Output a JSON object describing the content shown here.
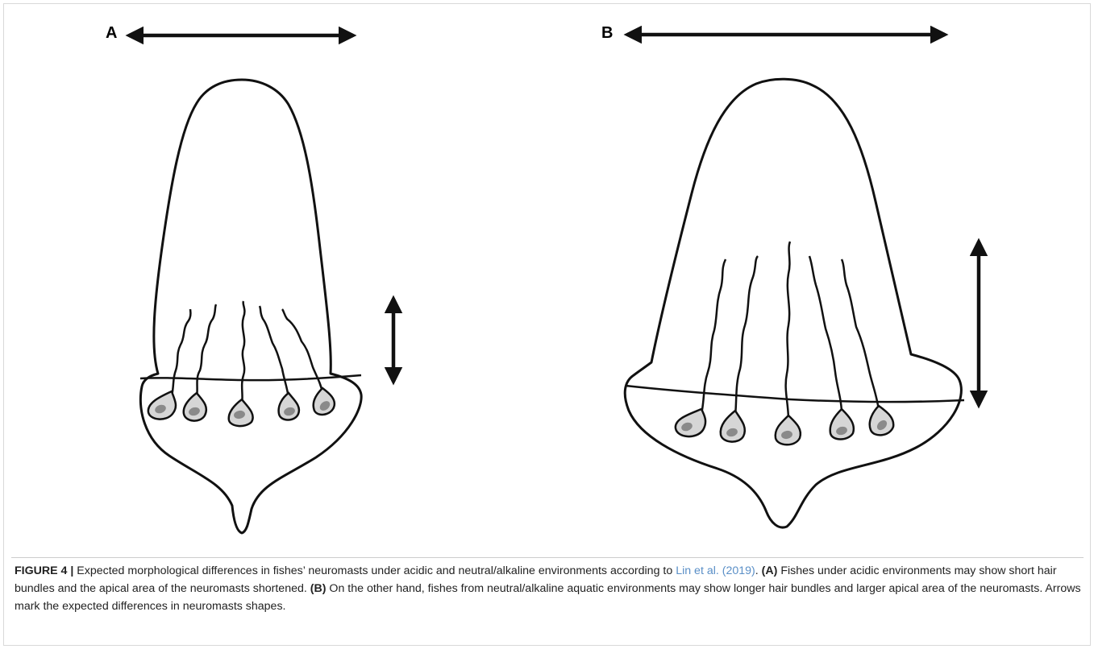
{
  "panels": {
    "a_label": "A",
    "b_label": "B"
  },
  "caption": {
    "figure_label": "FIGURE 4 |",
    "text_1": " Expected morphological differences in fishes’ neuromasts under acidic and neutral/alkaline environments according to ",
    "citation": "Lin et al. (2019)",
    "text_2": ". ",
    "panel_a_ref": "(A)",
    "text_3": " Fishes under acidic environments may show short hair bundles and the apical area of the neuromasts shortened. ",
    "panel_b_ref": "(B)",
    "text_4": " On the other hand, fishes from neutral/alkaline aquatic environments may show longer hair bundles and larger apical area of the neuromasts. Arrows mark the expected differences in neuromasts shapes."
  },
  "colors": {
    "stroke": "#111111",
    "cell_fill": "#d6d6d6",
    "nucleus_fill": "#8a8a8a",
    "citation_link": "#5a8fc7"
  }
}
